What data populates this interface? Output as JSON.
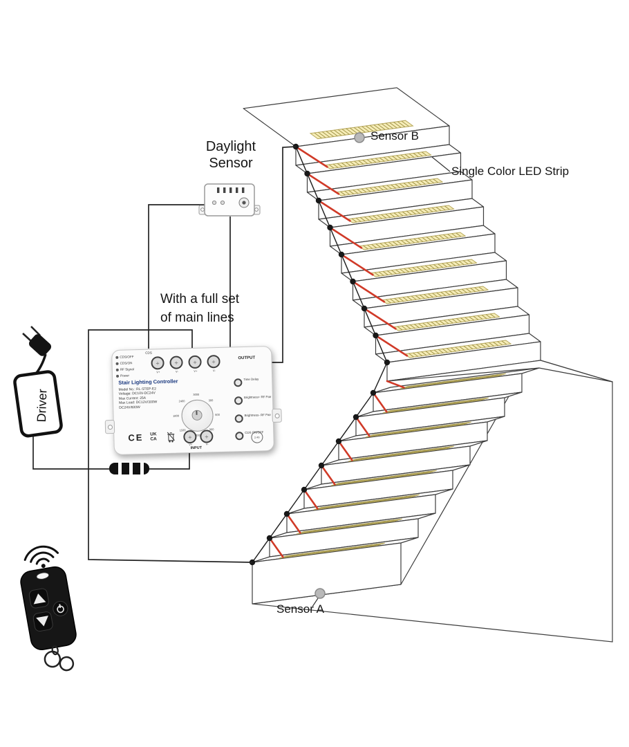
{
  "labels": {
    "daylight_sensor_line1": "Daylight",
    "daylight_sensor_line2": "Sensor",
    "main_lines_line1": "With a full set",
    "main_lines_line2": "of main lines",
    "sensor_b": "Sensor B",
    "sensor_a": "Sensor A",
    "led_strip": "Single Color LED Strip",
    "driver": "Driver"
  },
  "controller": {
    "title": "Stair Lighting Controller",
    "specs": [
      "Model No.: RL-STEP-E2",
      "Voltage: DC10V-DC24V",
      "Max Current: 25A",
      "Max Load: DC12V/300W",
      "DC24V/600W"
    ],
    "cds_label": "CDS",
    "output_label": "OUTPUT",
    "input_label": "INPUT",
    "status_labels": [
      "CDS/OFF",
      "CDS/ON",
      "RF Signal",
      "Power"
    ],
    "terminal_labels": [
      "V+",
      "V-",
      "V+",
      "V-"
    ],
    "input_terminal_labels": [
      "V+",
      "V-"
    ],
    "buttons": [
      "Time Delay",
      "Brightness+ RF Pair",
      "Brightness- RF Pair",
      "CDS ON/OFF"
    ],
    "dial_values": [
      "3000",
      "300",
      "600",
      "900",
      "1200",
      "1500",
      "1800",
      "2400"
    ],
    "marks": {
      "ce": "CE",
      "uk": "UK",
      "ca": "CA",
      "rf": "2.4G"
    }
  },
  "scene": {
    "upper_steps": 9,
    "lower_steps": 8
  },
  "colors": {
    "line": "#3c3c3c",
    "strip_fill": "#f6edb8",
    "strip_edge": "#b7a75a",
    "strip_tick": "#a2954a",
    "wire_red": "#d03a28",
    "wire_black": "#232323",
    "sensor_gray": "#b9b9b9",
    "title_blue": "#16357d"
  }
}
